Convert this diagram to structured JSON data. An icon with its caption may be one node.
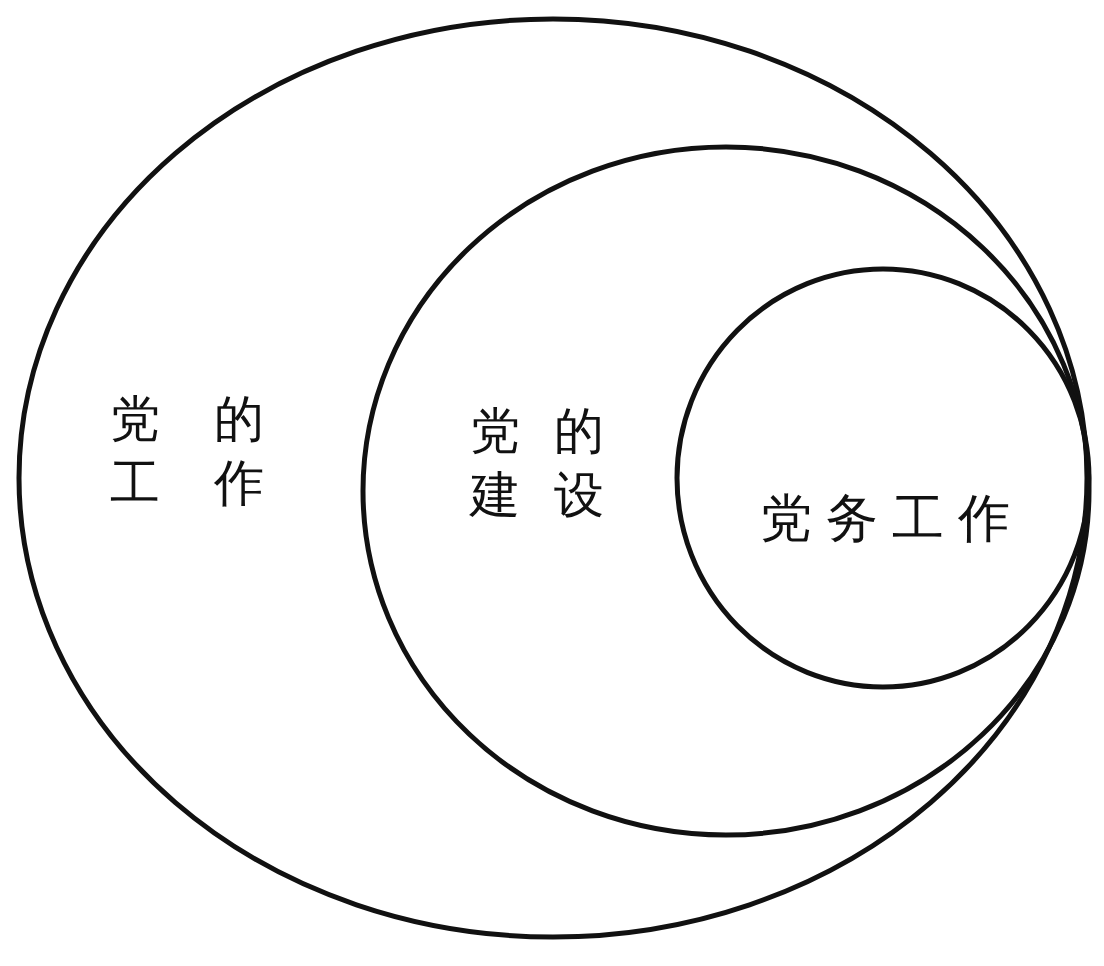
{
  "diagram": {
    "nodes": [
      {
        "text": [
          "党的工作"
        ]
      },
      {
        "text": [
          "党的建设"
        ],
        "in": 0
      },
      {
        "text": [
          "党务工作"
        ],
        "in": 1
      }
    ]
  }
}
